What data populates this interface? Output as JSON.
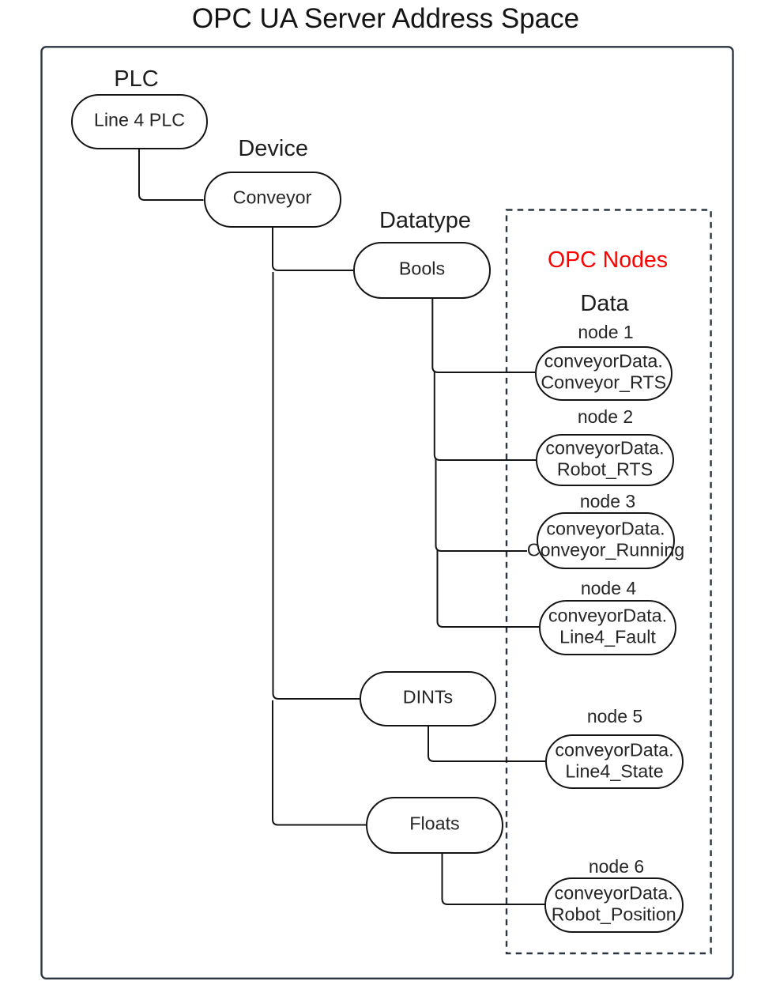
{
  "title": "OPC UA Server Address Space",
  "colors": {
    "frame": "#2D3A48",
    "node_stroke": "#141414",
    "panel_title_red": "#FF0000"
  },
  "tree": {
    "plc": {
      "category": "PLC",
      "label": "Line 4 PLC"
    },
    "device": {
      "category": "Device",
      "label": "Conveyor"
    },
    "bools": {
      "category": "Datatype",
      "label": "Bools"
    },
    "dints": {
      "label": "DINTs"
    },
    "floats": {
      "label": "Floats"
    }
  },
  "panel": {
    "title": "OPC Nodes",
    "subtitle": "Data",
    "nodes": [
      {
        "id": "node 1",
        "line1": "conveyorData.",
        "line2": "Conveyor_RTS"
      },
      {
        "id": "node 2",
        "line1": "conveyorData.",
        "line2": "Robot_RTS"
      },
      {
        "id": "node 3",
        "line1": "conveyorData.",
        "line2": "Conveyor_Running"
      },
      {
        "id": "node 4",
        "line1": "conveyorData.",
        "line2": "Line4_Fault"
      },
      {
        "id": "node 5",
        "line1": "conveyorData.",
        "line2": "Line4_State"
      },
      {
        "id": "node 6",
        "line1": "conveyorData.",
        "line2": "Robot_Position"
      }
    ]
  }
}
